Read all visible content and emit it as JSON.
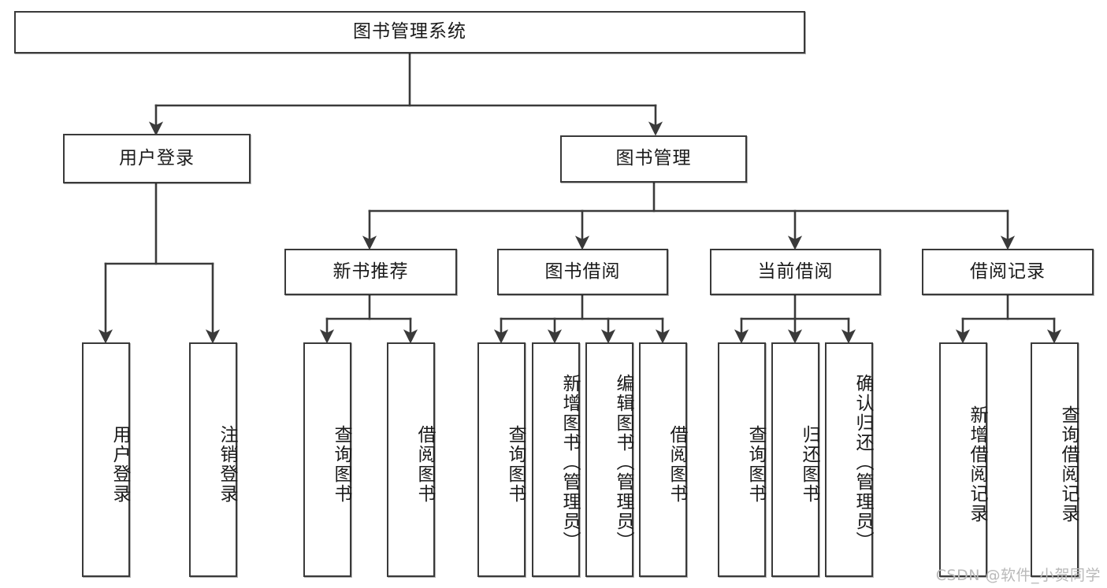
{
  "diagram": {
    "type": "tree-hierarchy",
    "title": "图书管理系统",
    "watermark": "CSDN @软件_小贺同学",
    "colors": {
      "stroke": "#3a3a3a",
      "fill": "#ffffff",
      "text": "#1a1a1a",
      "watermark": "#b9b9b9"
    },
    "nodes": {
      "root": {
        "label": "图书管理系统"
      },
      "level2": [
        {
          "label": "用户登录"
        },
        {
          "label": "图书管理"
        }
      ],
      "level3": [
        {
          "label": "新书推荐"
        },
        {
          "label": "图书借阅"
        },
        {
          "label": "当前借阅"
        },
        {
          "label": "借阅记录"
        }
      ],
      "leaves_user_login": [
        {
          "label": "用户登录"
        },
        {
          "label": "注销登录"
        }
      ],
      "leaves_new_book": [
        {
          "label": "查询图书"
        },
        {
          "label": "借阅图书"
        }
      ],
      "leaves_borrow": [
        {
          "label": "查询图书"
        },
        {
          "label": "新增图书（管理员）"
        },
        {
          "label": "编辑图书（管理员）"
        },
        {
          "label": "借阅图书"
        }
      ],
      "leaves_current": [
        {
          "label": "查询图书"
        },
        {
          "label": "归还图书"
        },
        {
          "label": "确认归还（管理员）"
        }
      ],
      "leaves_record": [
        {
          "label": "新增借阅记录"
        },
        {
          "label": "查询借阅记录"
        }
      ]
    }
  }
}
